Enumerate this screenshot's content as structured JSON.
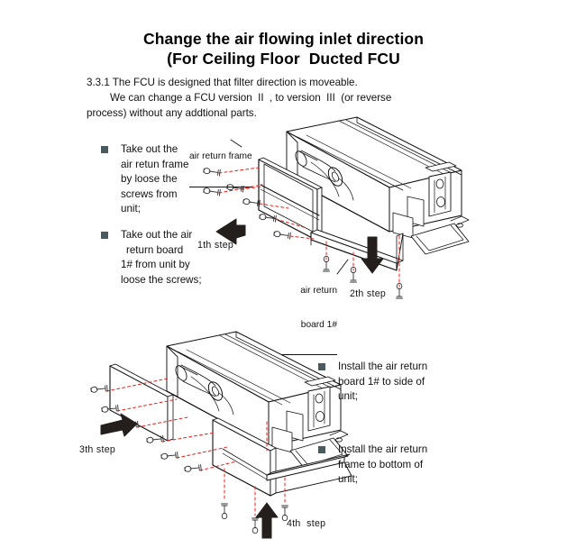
{
  "page": {
    "background_color": "#ffffff",
    "ink_color": "#111111",
    "bullet_color": "#4a5a5f",
    "assembly_line_color": "#ee1c1c"
  },
  "title": {
    "line1": "Change the air flowing inlet direction",
    "line2": "(For Ceiling Floor  Ducted FCU"
  },
  "intro": {
    "line1": "3.3.1 The FCU is designed that filter direction is moveable.",
    "line2": "We can change a FCU version  II  , to version  III  (or reverse",
    "line3": "process) without any addtional parts."
  },
  "top_section": {
    "instructions": [
      {
        "bullet": "square",
        "lines": [
          "Take out the",
          "air retun frame",
          "by loose the",
          "screws from",
          "unit;"
        ]
      },
      {
        "bullet": "square",
        "lines": [
          "Take out the air",
          "return board",
          "1# from unit by",
          "loose the screws;"
        ]
      }
    ],
    "callouts": [
      {
        "name": "air-return-frame-label",
        "lines": [
          "air return frame"
        ]
      },
      {
        "name": "air-return-board-label",
        "lines": [
          "air return",
          "board 1#"
        ]
      }
    ],
    "steps": [
      {
        "label": "1th step",
        "direction": "left"
      },
      {
        "label": "2th step",
        "direction": "down"
      }
    ]
  },
  "bottom_section": {
    "instructions": [
      {
        "bullet": "square",
        "lines": [
          "Install the air return",
          "board 1# to side of",
          "unit;"
        ]
      },
      {
        "bullet": "square",
        "lines": [
          "Install the air return",
          "frame to bottom of",
          "unit;"
        ]
      }
    ],
    "steps": [
      {
        "label": "3th step",
        "direction": "right"
      },
      {
        "label": "4th  step",
        "direction": "up"
      }
    ]
  }
}
